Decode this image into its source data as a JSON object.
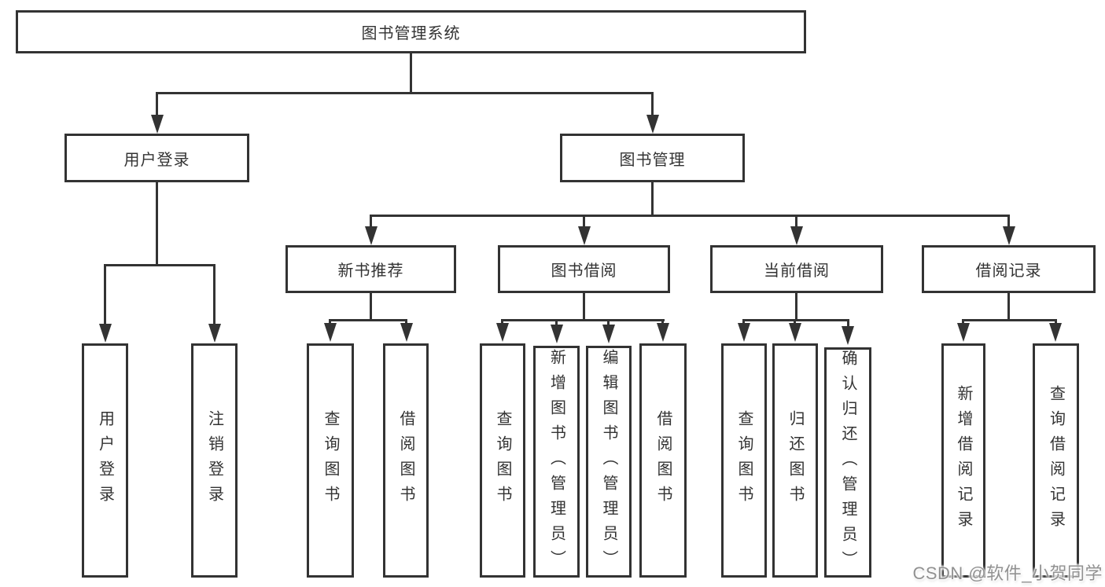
{
  "diagram": {
    "root": {
      "label": "图书管理系统"
    },
    "level2": {
      "user_login": {
        "label": "用户登录"
      },
      "book_mgmt": {
        "label": "图书管理"
      }
    },
    "level3": {
      "new_book": {
        "label": "新书推荐"
      },
      "book_borrow": {
        "label": "图书借阅"
      },
      "current_borrow": {
        "label": "当前借阅"
      },
      "borrow_records": {
        "label": "借阅记录"
      }
    },
    "level4": {
      "user_login_1": {
        "label": "用户登录"
      },
      "user_login_2": {
        "label": "注销登录"
      },
      "new_book_1": {
        "label": "查询图书"
      },
      "new_book_2": {
        "label": "借阅图书"
      },
      "book_borrow_1": {
        "label": "查询图书"
      },
      "book_borrow_2": {
        "label": "新增图书（管理员）"
      },
      "book_borrow_3": {
        "label": "编辑图书（管理员）"
      },
      "book_borrow_4": {
        "label": "借阅图书"
      },
      "current_borrow_1": {
        "label": "查询图书"
      },
      "current_borrow_2": {
        "label": "归还图书"
      },
      "current_borrow_3": {
        "label": "确认归还（管理员）"
      },
      "borrow_records_1": {
        "label": "新增借阅记录"
      },
      "borrow_records_2": {
        "label": "查询借阅记录"
      }
    },
    "watermark": "CSDN @软件_小贺同学",
    "colors": {
      "line": "#333333",
      "box_border": "#333333",
      "text": "#333333",
      "watermark": "#919191",
      "background": "#ffffff"
    }
  }
}
